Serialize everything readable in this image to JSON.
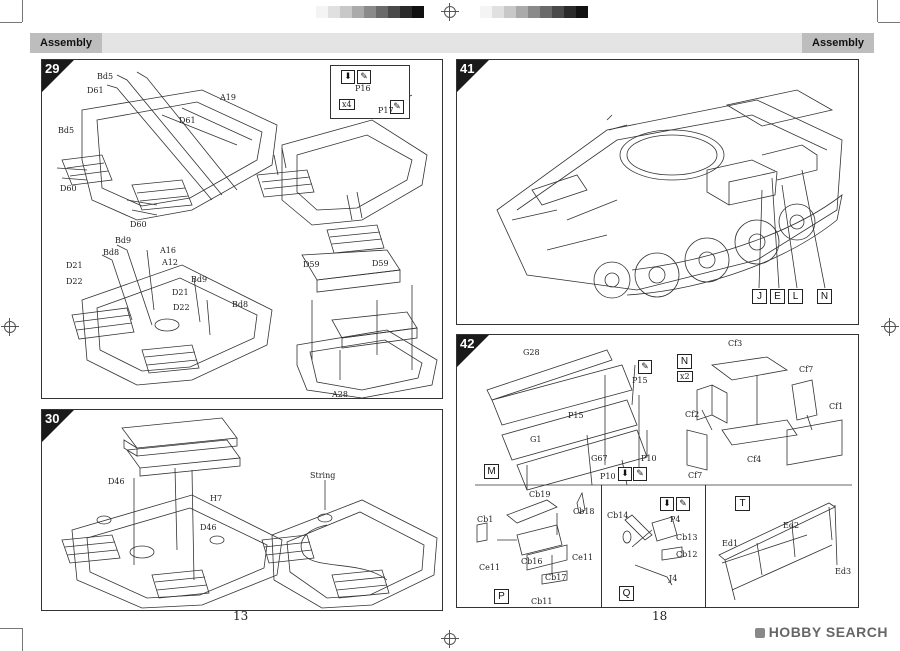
{
  "header": {
    "left_title": "Assembly",
    "right_title": "Assembly"
  },
  "pages": {
    "left_number": "13",
    "right_number": "18"
  },
  "watermark": {
    "text": "HOBBY SEARCH"
  },
  "steps": {
    "s29": {
      "number": "29",
      "labels": {
        "bd5a": "Bd5",
        "d61a": "D61",
        "bd5b": "Bd5",
        "d60a": "D60",
        "d60b": "D60",
        "a19": "A19",
        "d61b": "D61",
        "bd9a": "Bd9",
        "bd8a": "Bd8",
        "d21a": "D21",
        "d22a": "D22",
        "a16": "A16",
        "a12": "A12",
        "bd9b": "Bd9",
        "d21b": "D21",
        "d22b": "D22",
        "bd8b": "Bd8",
        "d59a": "D59",
        "d59b": "D59",
        "a28": "A28",
        "p16": "P16",
        "p17": "P17",
        "x4": "x4"
      }
    },
    "s30": {
      "number": "30",
      "labels": {
        "d46a": "D46",
        "h7": "H7",
        "d46b": "D46",
        "string": "String"
      }
    },
    "s41": {
      "number": "41",
      "markers": [
        "J",
        "E",
        "L",
        "N"
      ]
    },
    "s42": {
      "number": "42",
      "labels": {
        "g28": "G28",
        "p15a": "P15",
        "p15b": "P15",
        "g1": "G1",
        "g67": "G67",
        "p10a": "P10",
        "p10b": "P10",
        "cf3": "Cf3",
        "cf7a": "Cf7",
        "cf2": "Cf2",
        "cf1": "Cf1",
        "cf4": "Cf4",
        "cf7b": "Cf7",
        "cb1": "Cb1",
        "cb19": "Cb19",
        "cb18": "Cb18",
        "ce11a": "Ce11",
        "cb16": "Cb16",
        "ce11b": "Ce11",
        "cb17": "Cb17",
        "cb11": "Cb11",
        "cb14": "Cb14",
        "p4": "P4",
        "cb13": "Cb13",
        "cb12": "Cb12",
        "j4": "J4",
        "ed1": "Ed1",
        "ed2": "Ed2",
        "ed3": "Ed3",
        "x2": "x2"
      },
      "markers": {
        "m": "M",
        "n": "N",
        "p": "P",
        "q": "Q",
        "t": "T"
      }
    }
  },
  "registration_swatches": [
    "#f4f4f4",
    "#e0e0e0",
    "#c8c8c8",
    "#aaaaaa",
    "#8a8a8a",
    "#6a6a6a",
    "#4a4a4a",
    "#2a2a2a",
    "#111111"
  ]
}
